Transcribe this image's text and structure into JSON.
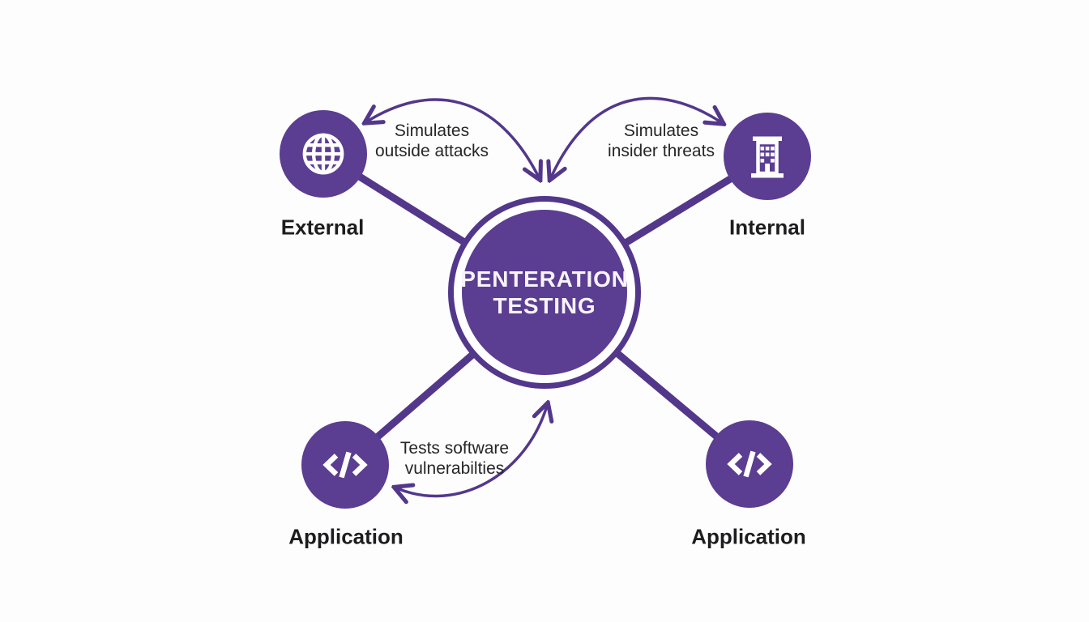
{
  "diagram": {
    "center": {
      "title_lines": [
        "PENTERATION",
        "TESTING"
      ]
    },
    "nodes": [
      {
        "id": "external",
        "label": "External",
        "icon": "globe-icon"
      },
      {
        "id": "internal",
        "label": "Internal",
        "icon": "building-icon"
      },
      {
        "id": "application-left",
        "label": "Application",
        "icon": "code-icon"
      },
      {
        "id": "application-right",
        "label": "Application",
        "icon": "code-icon"
      }
    ],
    "annotations": [
      {
        "id": "outside-attacks",
        "lines": [
          "Simulates",
          "outside attacks"
        ]
      },
      {
        "id": "insider-threats",
        "lines": [
          "Simulates",
          "insider threats"
        ]
      },
      {
        "id": "software-vulnerabilties",
        "lines": [
          "Tests software",
          "vulnerabilties"
        ]
      }
    ],
    "colors": {
      "node_purple": "#5b3d91",
      "line_purple": "#53378b",
      "text_dark": "#262626",
      "icon_white": "#ffffff",
      "background": "#fdfdfd"
    }
  }
}
